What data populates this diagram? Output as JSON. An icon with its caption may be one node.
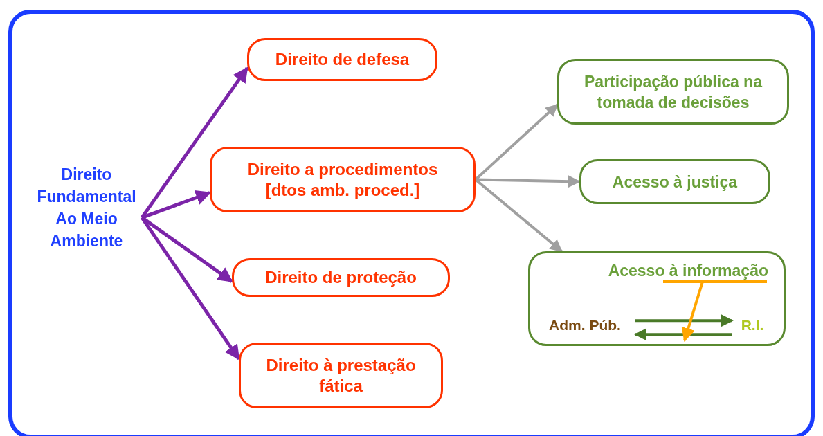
{
  "diagram": {
    "nodes": [
      {
        "text": [
          "Direito Fundamental Ao Meio Ambiente"
        ]
      },
      {
        "text": [
          "Direito de defesa"
        ]
      },
      {
        "text": [
          "Direito a procedimentos",
          "[dtos amb. proced.]"
        ]
      },
      {
        "text": [
          "Direito de proteção"
        ]
      },
      {
        "text": [
          "Direito à prestação fática"
        ]
      },
      {
        "text": [
          "Participação pública na tomada de decisões"
        ]
      },
      {
        "text": [
          "Acesso à justiça"
        ]
      },
      {
        "text": [
          "Acesso à informação"
        ]
      },
      {
        "text": [
          "Adm. Púb."
        ],
        "in": 7
      },
      {
        "text": [
          "R.I."
        ],
        "in": 7
      }
    ],
    "edges": [
      {
        "from": 0,
        "to": 1,
        "arrow": "to"
      },
      {
        "from": 0,
        "to": 2,
        "arrow": "to"
      },
      {
        "from": 0,
        "to": 3,
        "arrow": "to"
      },
      {
        "from": 0,
        "to": 4,
        "arrow": "to"
      },
      {
        "from": 2,
        "to": 5,
        "arrow": "to",
        "color": "#a0a0a0"
      },
      {
        "from": 2,
        "to": 6,
        "arrow": "to",
        "color": "#a0a0a0"
      },
      {
        "from": 2,
        "to": 7,
        "arrow": "to",
        "color": "#a0a0a0"
      },
      {
        "from": 8,
        "to": 9,
        "arrow": "to",
        "color": "#4a7a28"
      },
      {
        "from": 9,
        "to": 8,
        "arrow": "to",
        "color": "#4a7a28"
      }
    ]
  }
}
